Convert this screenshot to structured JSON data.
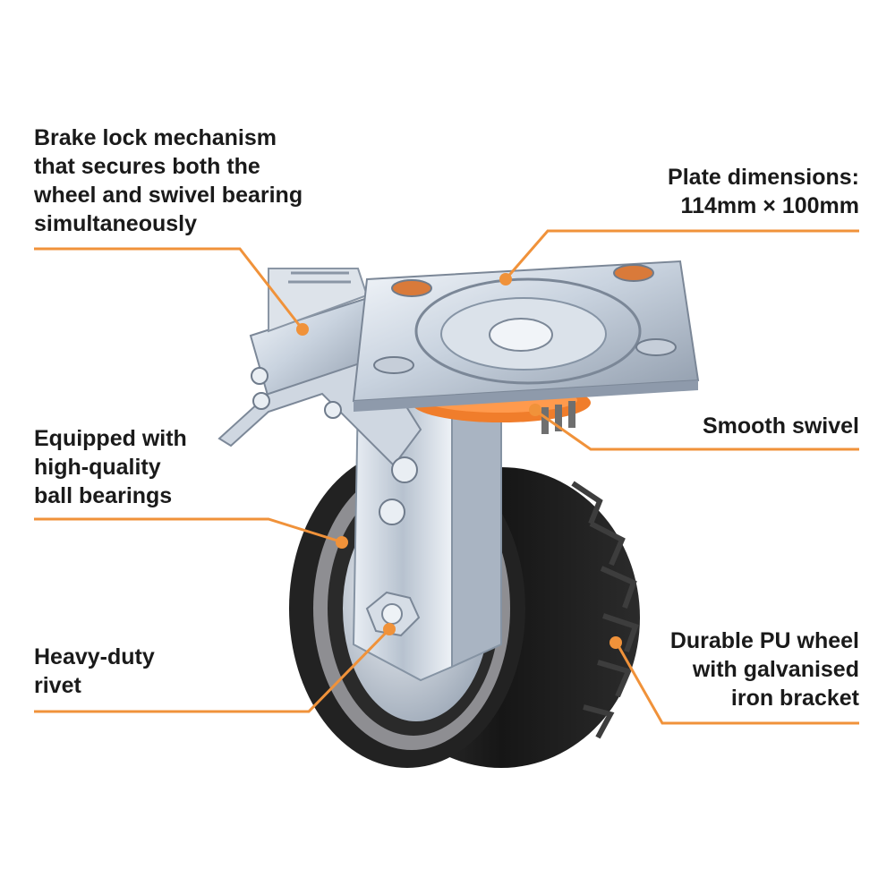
{
  "accent_color": "#f0923a",
  "annotations": [
    {
      "id": "brake-lock",
      "lines": [
        "Brake lock mechanism",
        "that secures both the",
        "wheel and swivel bearing",
        "simultaneously"
      ]
    },
    {
      "id": "plate-dimensions",
      "lines": [
        "Plate dimensions:",
        "114mm × 100mm"
      ]
    },
    {
      "id": "smooth-swivel",
      "lines": [
        "Smooth swivel"
      ]
    },
    {
      "id": "ball-bearings",
      "lines": [
        "Equipped with",
        "high-quality",
        "ball bearings"
      ]
    },
    {
      "id": "heavy-duty-rivet",
      "lines": [
        "Heavy-duty",
        "rivet"
      ]
    },
    {
      "id": "pu-wheel",
      "lines": [
        "Durable PU wheel",
        "with galvanised",
        "iron bracket"
      ]
    }
  ]
}
